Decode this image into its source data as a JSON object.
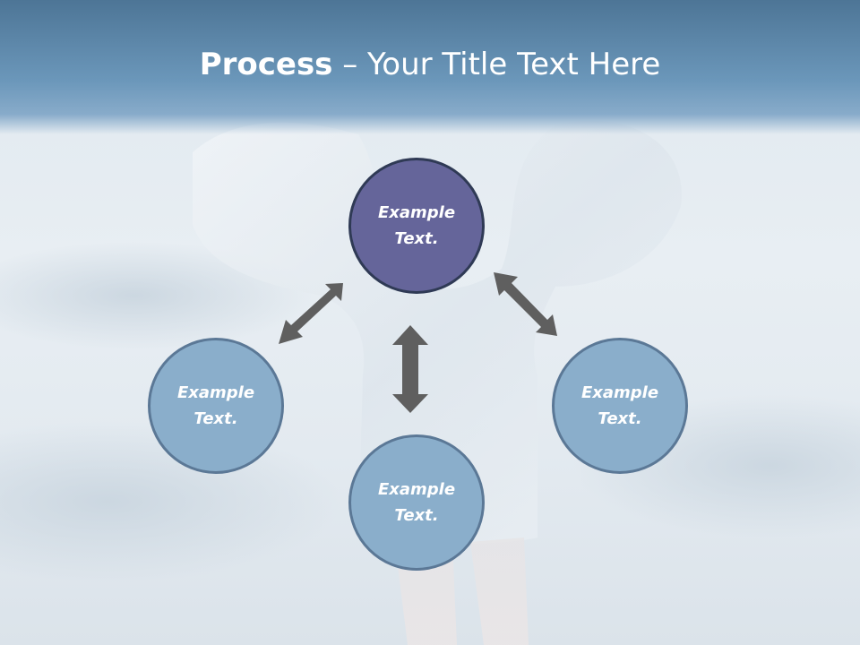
{
  "title": {
    "bold": "Process",
    "rest": " – Your Title Text Here"
  },
  "nodes": {
    "center": {
      "label": "Example Text."
    },
    "left": {
      "label": "Example Text."
    },
    "bottom": {
      "label": "Example Text."
    },
    "right": {
      "label": "Example Text."
    }
  },
  "colors": {
    "header": "#6690b4",
    "center_node": "#65659a",
    "outer_node": "#8aaecb",
    "arrow": "#5f5f5f"
  }
}
